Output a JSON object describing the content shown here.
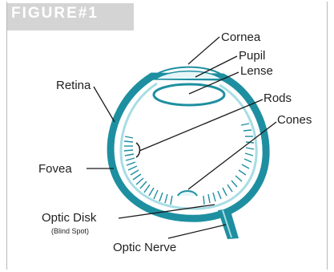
{
  "figure": {
    "title": "FIGURE#1"
  },
  "labels": {
    "cornea": "Cornea",
    "pupil": "Pupil",
    "lense": "Lense",
    "retina": "Retina",
    "rods": "Rods",
    "cones": "Cones",
    "fovea": "Fovea",
    "optic_disk": "Optic Disk",
    "blind_spot": "(Blind Spot)",
    "optic_nerve": "Optic Nerve"
  },
  "colors": {
    "eye_teal": "#1e8fa0",
    "eye_light": "#a8dde4",
    "tab_gray": "#d4d4d4",
    "leader": "#1a1a1a"
  }
}
